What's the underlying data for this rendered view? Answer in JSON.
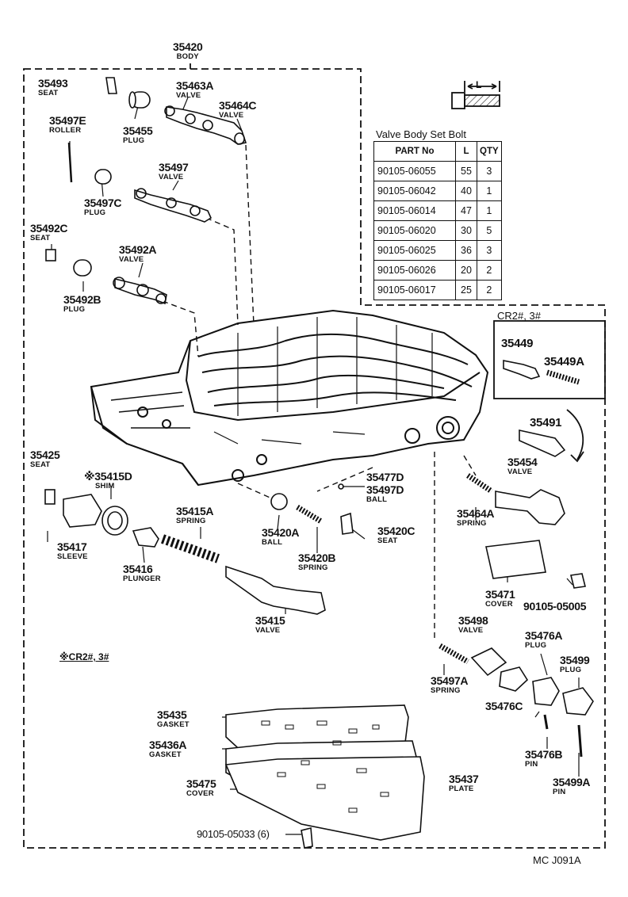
{
  "body": {
    "part_no": "35420",
    "name": "BODY"
  },
  "bolt_table": {
    "title": "Valve Body Set Bolt",
    "headers": [
      "PART No",
      "L",
      "QTY"
    ],
    "rows": [
      {
        "part_no": "90105-06055",
        "l": "55",
        "qty": "3"
      },
      {
        "part_no": "90105-06042",
        "l": "40",
        "qty": "1"
      },
      {
        "part_no": "90105-06014",
        "l": "47",
        "qty": "1"
      },
      {
        "part_no": "90105-06020",
        "l": "30",
        "qty": "5"
      },
      {
        "part_no": "90105-06025",
        "l": "36",
        "qty": "3"
      },
      {
        "part_no": "90105-06026",
        "l": "20",
        "qty": "2"
      },
      {
        "part_no": "90105-06017",
        "l": "25",
        "qty": "2"
      }
    ],
    "bolt_dim_label": "L"
  },
  "cr_box_title": "CR2#, 3#",
  "footnote": "※CR2#, 3#",
  "diagram_code": "MC  J091A",
  "parts": [
    {
      "part_no": "35493",
      "name": "SEAT"
    },
    {
      "part_no": "35463A",
      "name": "VALVE"
    },
    {
      "part_no": "35464C",
      "name": "VALVE"
    },
    {
      "part_no": "35497E",
      "name": "ROLLER"
    },
    {
      "part_no": "35455",
      "name": "PLUG"
    },
    {
      "part_no": "35497",
      "name": "VALVE"
    },
    {
      "part_no": "35497C",
      "name": "PLUG"
    },
    {
      "part_no": "35492C",
      "name": "SEAT"
    },
    {
      "part_no": "35492A",
      "name": "VALVE"
    },
    {
      "part_no": "35492B",
      "name": "PLUG"
    },
    {
      "part_no": "35449",
      "name": ""
    },
    {
      "part_no": "35449A",
      "name": ""
    },
    {
      "part_no": "35491",
      "name": ""
    },
    {
      "part_no": "35454",
      "name": "VALVE"
    },
    {
      "part_no": "35425",
      "name": "SEAT"
    },
    {
      "part_no": "※35415D",
      "name": "SHIM"
    },
    {
      "part_no": "35477D",
      "name": ""
    },
    {
      "part_no": "35497D",
      "name": "BALL"
    },
    {
      "part_no": "35415A",
      "name": "SPRING"
    },
    {
      "part_no": "35464A",
      "name": "SPRING"
    },
    {
      "part_no": "35420A",
      "name": "BALL"
    },
    {
      "part_no": "35420C",
      "name": "SEAT"
    },
    {
      "part_no": "35417",
      "name": "SLEEVE"
    },
    {
      "part_no": "35416",
      "name": "PLUNGER"
    },
    {
      "part_no": "35420B",
      "name": "SPRING"
    },
    {
      "part_no": "35471",
      "name": "COVER"
    },
    {
      "part_no": "90105-05005",
      "name": ""
    },
    {
      "part_no": "35415",
      "name": "VALVE"
    },
    {
      "part_no": "35498",
      "name": "VALVE"
    },
    {
      "part_no": "35476A",
      "name": "PLUG"
    },
    {
      "part_no": "35499",
      "name": "PLUG"
    },
    {
      "part_no": "35497A",
      "name": "SPRING"
    },
    {
      "part_no": "35476C",
      "name": ""
    },
    {
      "part_no": "35435",
      "name": "GASKET"
    },
    {
      "part_no": "35436A",
      "name": "GASKET"
    },
    {
      "part_no": "35476B",
      "name": "PIN"
    },
    {
      "part_no": "35475",
      "name": "COVER"
    },
    {
      "part_no": "35437",
      "name": "PLATE"
    },
    {
      "part_no": "35499A",
      "name": "PIN"
    },
    {
      "part_no": "90105-05033 (6)",
      "name": ""
    }
  ]
}
